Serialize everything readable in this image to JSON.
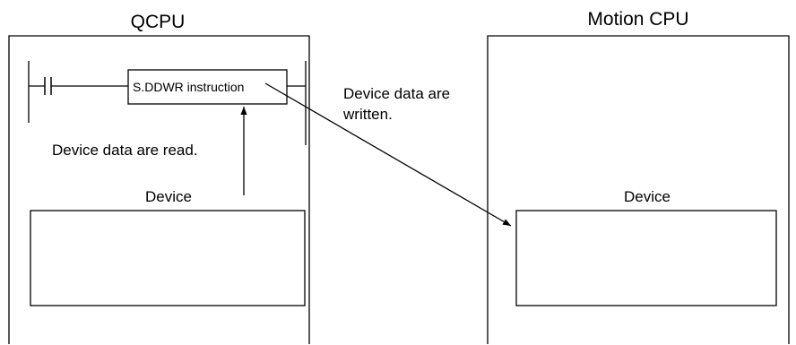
{
  "qcpu": {
    "title": "QCPU",
    "instruction_label": "S.DDWR instruction",
    "read_label": "Device data are read.",
    "device_label": "Device"
  },
  "motion_cpu": {
    "title": "Motion CPU",
    "device_label": "Device"
  },
  "transfer": {
    "label_line1": "Device data are",
    "label_line2": "written."
  },
  "colors": {
    "line": "#000000",
    "background": "#ffffff"
  }
}
